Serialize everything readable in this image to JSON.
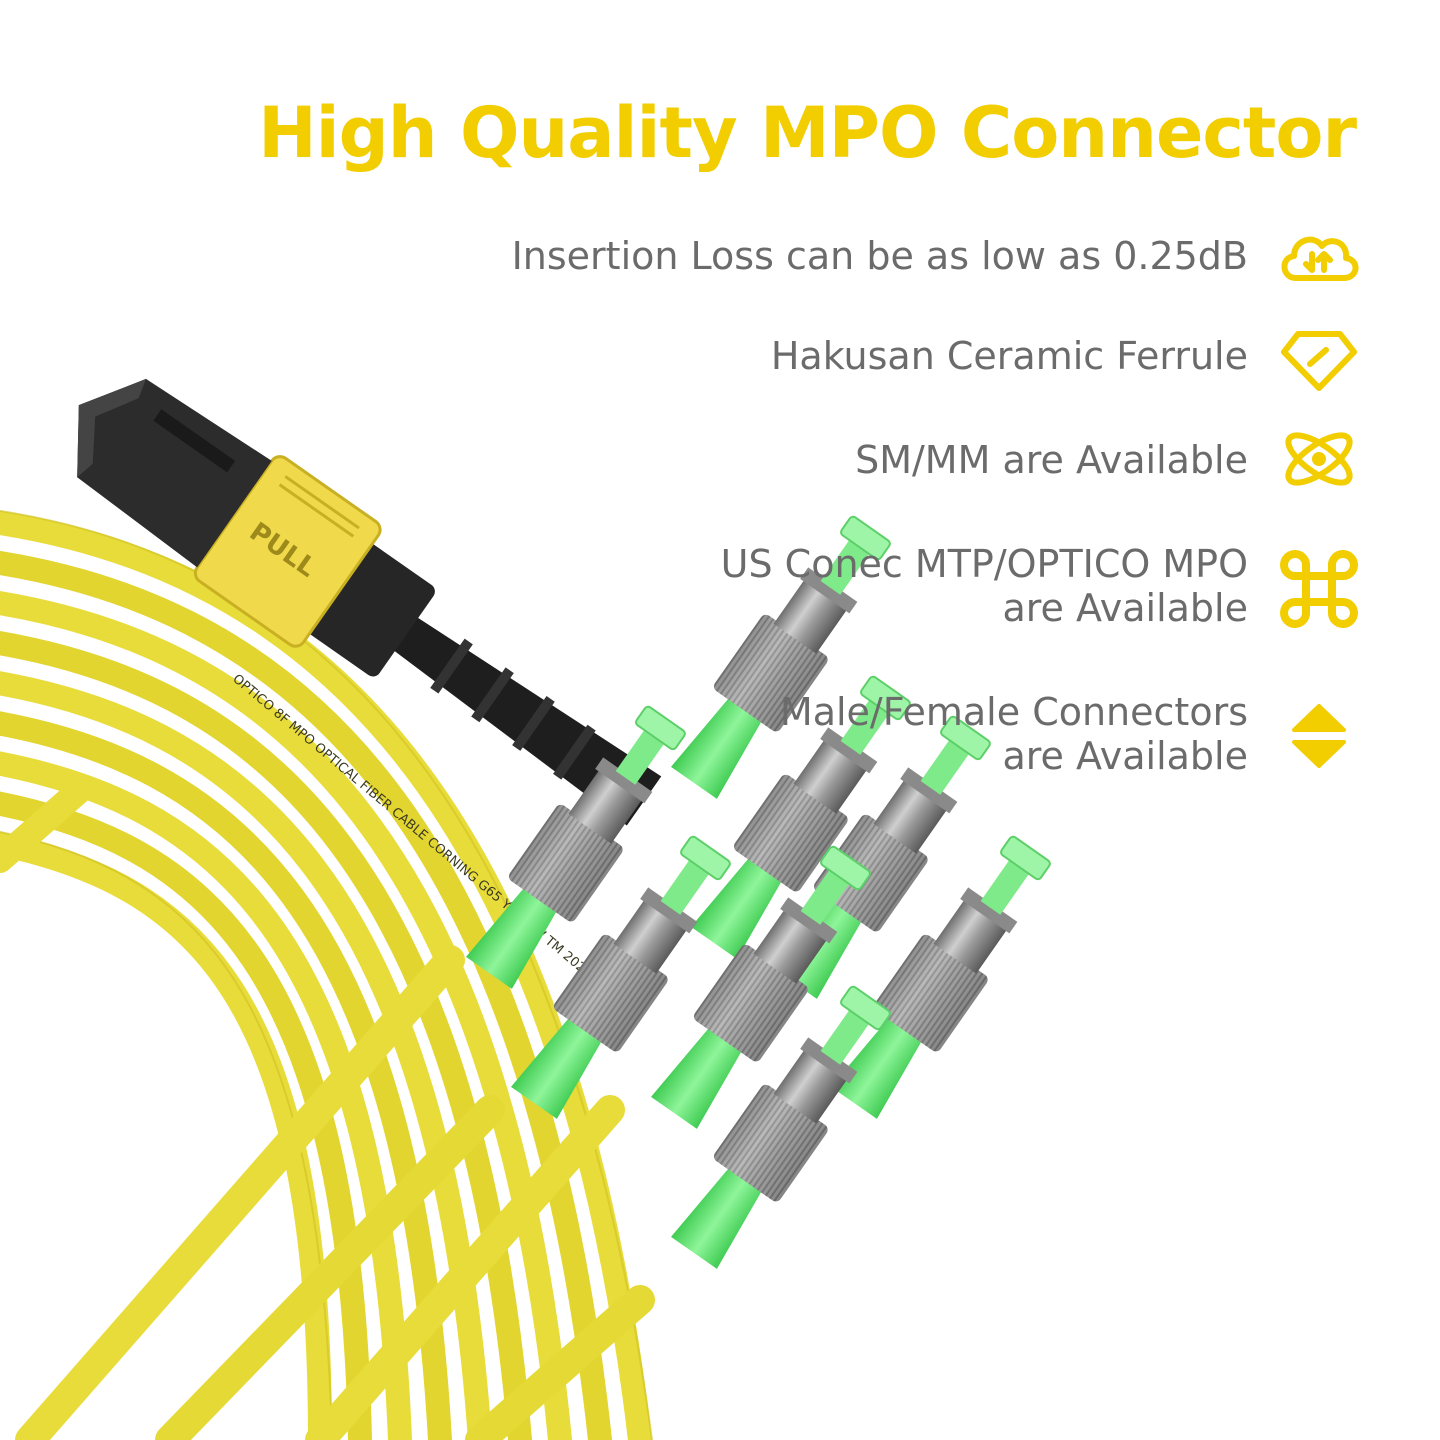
{
  "header": {
    "title": "High Quality MPO Connector"
  },
  "features": [
    {
      "lines": [
        "Insertion Loss can be as low as 0.25dB"
      ],
      "icon": "cloud-transfer-icon"
    },
    {
      "lines": [
        "Hakusan Ceramic Ferrule"
      ],
      "icon": "diamond-icon"
    },
    {
      "lines": [
        "SM/MM are Available"
      ],
      "icon": "atom-icon"
    },
    {
      "lines": [
        "US Conec MTP/OPTICO MPO",
        "are Available"
      ],
      "icon": "command-key-icon"
    },
    {
      "lines": [
        "Male/Female Connectors",
        "are Available"
      ],
      "icon": "up-down-arrows-icon"
    }
  ],
  "product": {
    "connector_label": "PULL",
    "cable_print": "OPTICO 8F MPO OPTICAL FIBER CABLE CORNING G65 YELLOW TM 2023"
  },
  "colors": {
    "accent": "#f2cd00",
    "cable": "#e8dc3a",
    "connector_green": "#5ee36e",
    "text_gray": "#6b6b6b"
  }
}
